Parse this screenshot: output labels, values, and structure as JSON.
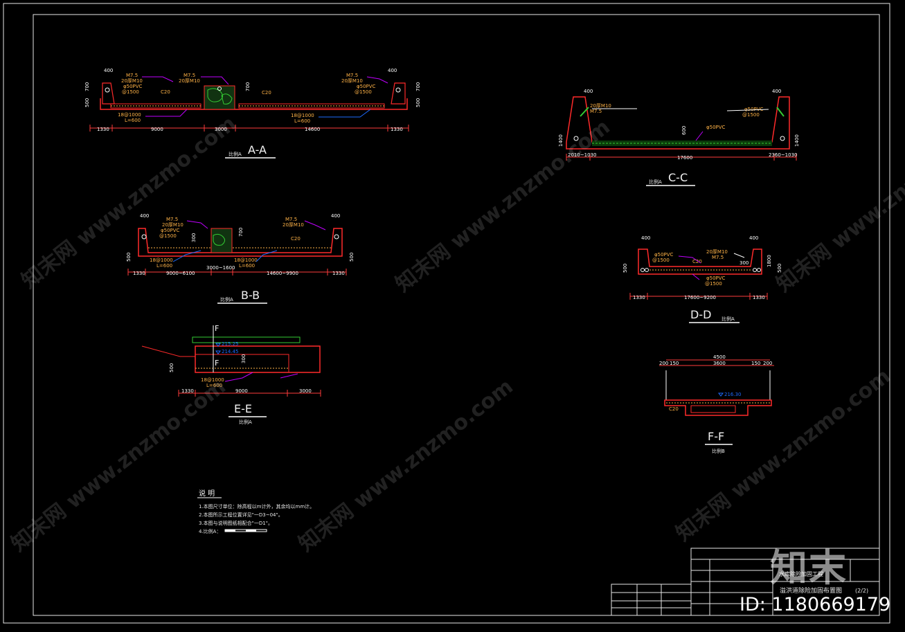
{
  "sections": {
    "aa": {
      "title": "A-A",
      "scale": "比例A"
    },
    "bb": {
      "title": "B-B",
      "scale": "比例A"
    },
    "cc": {
      "title": "C-C",
      "scale": "比例A"
    },
    "dd": {
      "title": "D-D",
      "scale": "比例A"
    },
    "ee": {
      "title": "E-E",
      "scale": "比例A"
    },
    "ff": {
      "title": "F-F",
      "scale": "比例B"
    }
  },
  "dims": {
    "aa": [
      "1330",
      "9000",
      "3000",
      "14600",
      "1330"
    ],
    "bb": [
      "1330",
      "9000~6100",
      "3000~1600",
      "14600~9900",
      "1330"
    ],
    "cc": [
      "2010~1030",
      "17600",
      "2360~1030"
    ],
    "dd": [
      "1330",
      "17600~9200",
      "1330"
    ],
    "ee": [
      "1330",
      "9000",
      "3000"
    ],
    "ff": [
      "4500",
      "200",
      "150",
      "3600",
      "150",
      "200"
    ]
  },
  "labels": {
    "m75": "M7.5",
    "m10": "20厚M10",
    "pvc": "φ50PVC",
    "spacing": "@1500",
    "c20": "C20",
    "rebar": "18@1000",
    "l600": "L=600",
    "h400": "400",
    "h700": "700",
    "h500": "500",
    "h300": "300",
    "h600": "600",
    "h1400": "1400",
    "h1800": "1800",
    "ee_level1": "215.25",
    "ee_level2": "214.45",
    "ff_level": "216.30",
    "f_mark": "F"
  },
  "notes": {
    "heading": "说  明",
    "lines": [
      "1.本图尺寸单位：除高程以m计外，其余均以mm计。",
      "2.本图所示工程位置详见\"一D3~04\"。",
      "3.本图与说明图纸相配合\"一D1\"。",
      "4.比例A："
    ]
  },
  "title_block": {
    "project": "水库除险加固工程",
    "drawing": "溢洪道除险加固布置图",
    "sheet": "(2/2)"
  },
  "watermark": {
    "text": "知末网 www.znzmo.com",
    "logo": "知末",
    "id": "ID: 1180669179"
  },
  "colors": {
    "structure": "#ff2a2a",
    "dimension": "#ff3b3b",
    "label": "#ffb347",
    "leader": "#c000ff",
    "hatch": "#33cc33",
    "white": "#ffffff"
  }
}
